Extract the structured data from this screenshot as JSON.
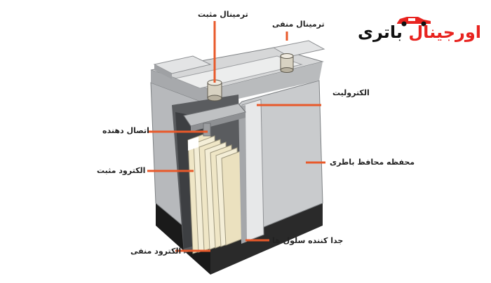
{
  "logo": {
    "primary": "اورجینال",
    "secondary": "باتری",
    "primary_color": "#e8231f",
    "secondary_color": "#111111",
    "icon": "car-icon"
  },
  "labels": {
    "positive_terminal": "ترمینال مثبت",
    "negative_terminal": "ترمینال منفی",
    "electrolyte": "الکترولیت",
    "connector": "اتصال دهنده",
    "positive_electrode": "الکترود مثبت",
    "case": "محفظه محافظ باطری",
    "cell_separator": "جدا کننده سلول ها",
    "negative_electrode": "الکترود منفی"
  },
  "colors": {
    "leader_line": "#e8592a",
    "case_body": "#c9cbcd",
    "case_dark": "#8e9093",
    "base": "#1a1a1a",
    "plates": "#f1ead0"
  }
}
